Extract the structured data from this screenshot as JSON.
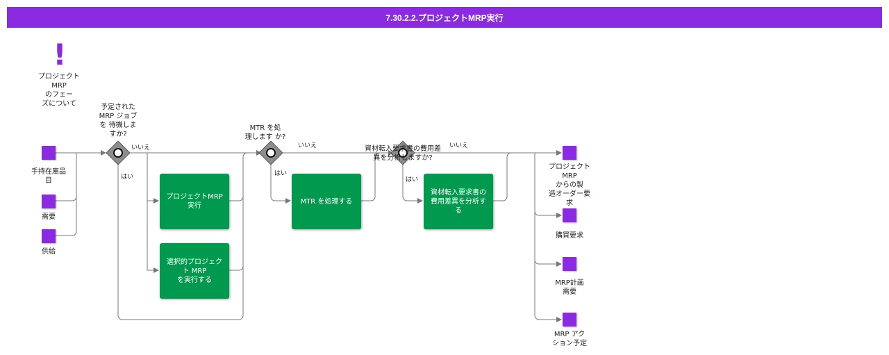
{
  "header": {
    "title": "7.30.2.2.プロジェクトMRP実行"
  },
  "about": {
    "icon": "exclamation-icon",
    "label": "プロジェクト\nMRP\nのフェー\nズについて"
  },
  "inputs": [
    {
      "label": "手持在庫品\n目"
    },
    {
      "label": "需要"
    },
    {
      "label": "供給"
    }
  ],
  "gateways": [
    {
      "question": "予定された\nMRP ジョブ\nを 待機しま\nすか?",
      "yes": "はい",
      "no": "いいえ"
    },
    {
      "question": "MTR を処\n理します か?",
      "yes": "はい",
      "no": "いいえ"
    },
    {
      "question": "資材転入要求書の費用差\n異を分析しますか?",
      "yes": "はい",
      "no": "いいえ"
    }
  ],
  "tasks": [
    {
      "label": "プロジェクトMRP\n実行"
    },
    {
      "label": "選択的プロジェクト MRP\nを実行する"
    },
    {
      "label": "MTR を処理する"
    },
    {
      "label": "資材転入要求書の\n費用差異を分析す\nる"
    }
  ],
  "outputs": [
    {
      "label": "プロジェクト\nMRP\nからの製\n造オーダー要\n求"
    },
    {
      "label": "購買要求"
    },
    {
      "label": "MRP計画\n需要"
    },
    {
      "label": "MRP アク\nション予定"
    }
  ],
  "colors": {
    "header": "#8a2be2",
    "artifact": "#8a2be2",
    "task": "#00994d",
    "gateway": "#8c8c8c",
    "line": "#777777"
  }
}
